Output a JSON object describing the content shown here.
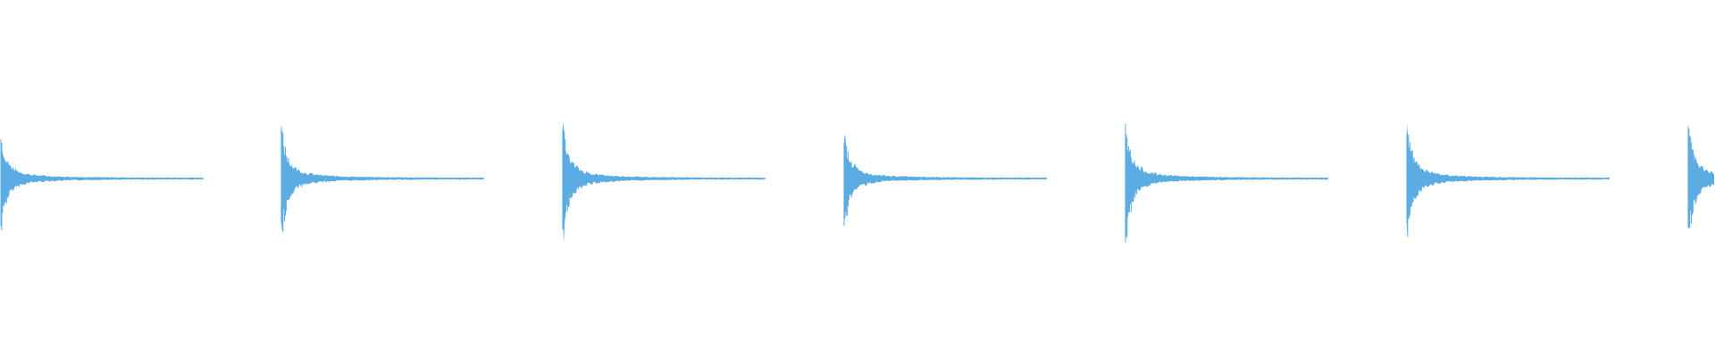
{
  "waveform": {
    "color": "#5aace2",
    "background": "#ffffff",
    "duration_seconds": 7.0,
    "hit_interval_seconds": 1.0,
    "hits": [
      {
        "time": 0.0,
        "peak_amplitude": 0.79
      },
      {
        "time": 1.0,
        "peak_amplitude": 0.93
      },
      {
        "time": 2.0,
        "peak_amplitude": 0.98
      },
      {
        "time": 3.0,
        "peak_amplitude": 0.79
      },
      {
        "time": 4.0,
        "peak_amplitude": 1.0
      },
      {
        "time": 5.0,
        "peak_amplitude": 1.0
      },
      {
        "time": 6.0,
        "peak_amplitude": 0.95
      }
    ]
  }
}
